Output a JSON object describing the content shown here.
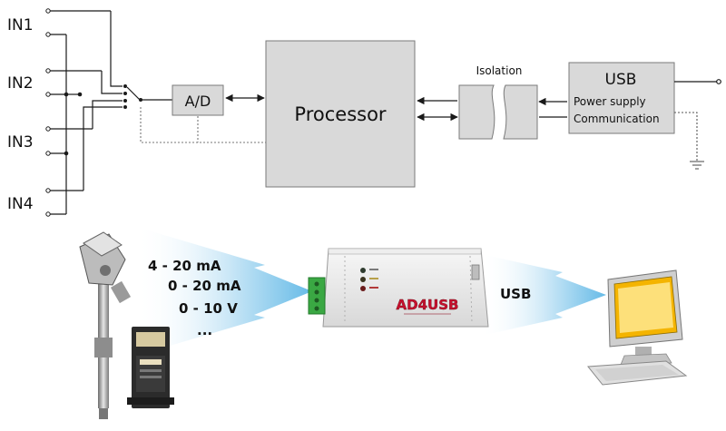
{
  "block_diagram": {
    "inputs": [
      "IN1",
      "IN2",
      "IN3",
      "IN4"
    ],
    "adc_label": "A/D",
    "processor_label": "Processor",
    "isolation_label": "Isolation",
    "usb_block": {
      "title": "USB",
      "lines": [
        "Power supply",
        "Communication"
      ]
    }
  },
  "illustration": {
    "signal_types": [
      "4 - 20 mA",
      "0 - 20 mA",
      "0 - 10 V",
      "..."
    ],
    "device_brand": "AD4USB",
    "link_label": "USB"
  },
  "colors": {
    "block_fill": "#d9d9d9",
    "block_stroke": "#7a7a7a",
    "line": "#1a1a1a",
    "dotted": "#777777",
    "beam": "#5bb6e6",
    "brand_red": "#c8102e",
    "terminal_green": "#3aa843"
  },
  "icons": [
    "temperature-probe-icon",
    "din-rail-transmitter-icon",
    "ad4usb-device-icon",
    "computer-icon"
  ]
}
